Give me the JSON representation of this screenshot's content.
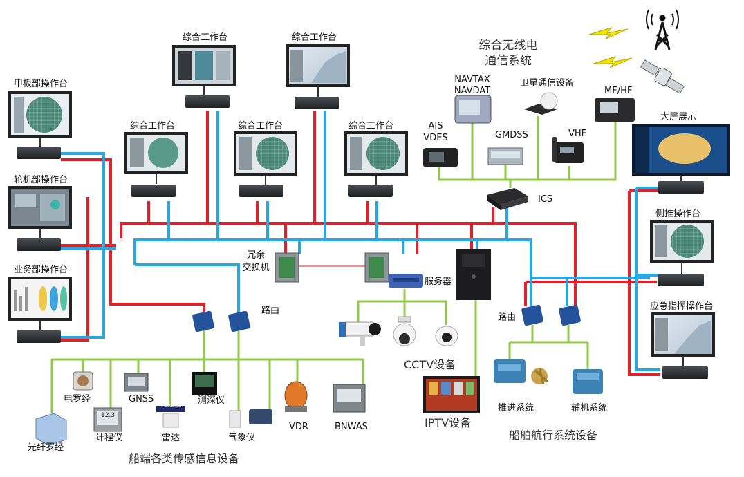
{
  "labels": {
    "deck": "甲板部操作台",
    "engine": "轮机部操作台",
    "business": "业务部操作台",
    "ws1": "综合工作台",
    "ws2": "综合工作台",
    "ws3": "综合工作台",
    "ws4": "综合工作台",
    "ws5": "综合工作台",
    "radio_line1": "综合无线电",
    "radio_line2": "通信系统",
    "navtax_line1": "NAVTAX",
    "navtax_line2": "NAVDAT",
    "satcom": "卫星通信设备",
    "mfhf": "MF/HF",
    "ais_line1": "AIS",
    "ais_line2": "VDES",
    "gmdss": "GMDSS",
    "vhf": "VHF",
    "ics": "ICS",
    "bigscreen": "大屏展示",
    "side_thruster": "侧推操作台",
    "emergency": "应急指挥操作台",
    "switch_line1": "冗余",
    "switch_line2": "交换机",
    "server": "服务器",
    "router_left": "路由",
    "router_right": "路由",
    "cctv": "CCTV设备",
    "iptv": "IPTV设备",
    "gyro": "电罗经",
    "gnss": "GNSS",
    "echo": "测深仪",
    "fiber_gyro": "光纤罗经",
    "log": "计程仪",
    "radar": "雷达",
    "weather": "气象仪",
    "vdr": "VDR",
    "bnwas": "BNWAS",
    "sensor_group": "船端各类传感信息设备",
    "propulsion": "推进系统",
    "auxiliary": "辅机系统",
    "nav_group": "船舶航行系统设备",
    "radar_brand": "FURUNO",
    "log_value": "12.3"
  },
  "colors": {
    "red": "#e0202a",
    "blue": "#29a8e0",
    "green": "#92c94a",
    "lightning": "#f2e600"
  }
}
